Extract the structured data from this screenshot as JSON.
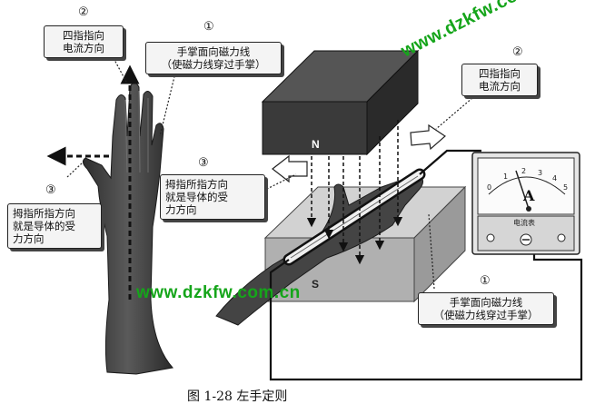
{
  "labels": {
    "num1": "①",
    "num2": "②",
    "num3": "③",
    "four_fingers": "四指指向\n电流方向",
    "palm_field": "手掌面向磁力线\n（使磁力线穿过手掌）",
    "thumb_force": "拇指所指方向\n就是导体的受\n力方向",
    "magnet_n": "N",
    "magnet_s": "S",
    "meter_letter": "A",
    "meter_name": "电流表",
    "meter_scale": [
      "0",
      "1",
      "2",
      "3",
      "4",
      "5"
    ]
  },
  "watermark": "www.dzkfw.com.cn",
  "caption": "图 1-28    左手定则",
  "colors": {
    "hand": "#3e3e3e",
    "magnet_n": "#3a3a3a",
    "magnet_s": "#b0b0b0",
    "watermark": "#15a51a"
  }
}
